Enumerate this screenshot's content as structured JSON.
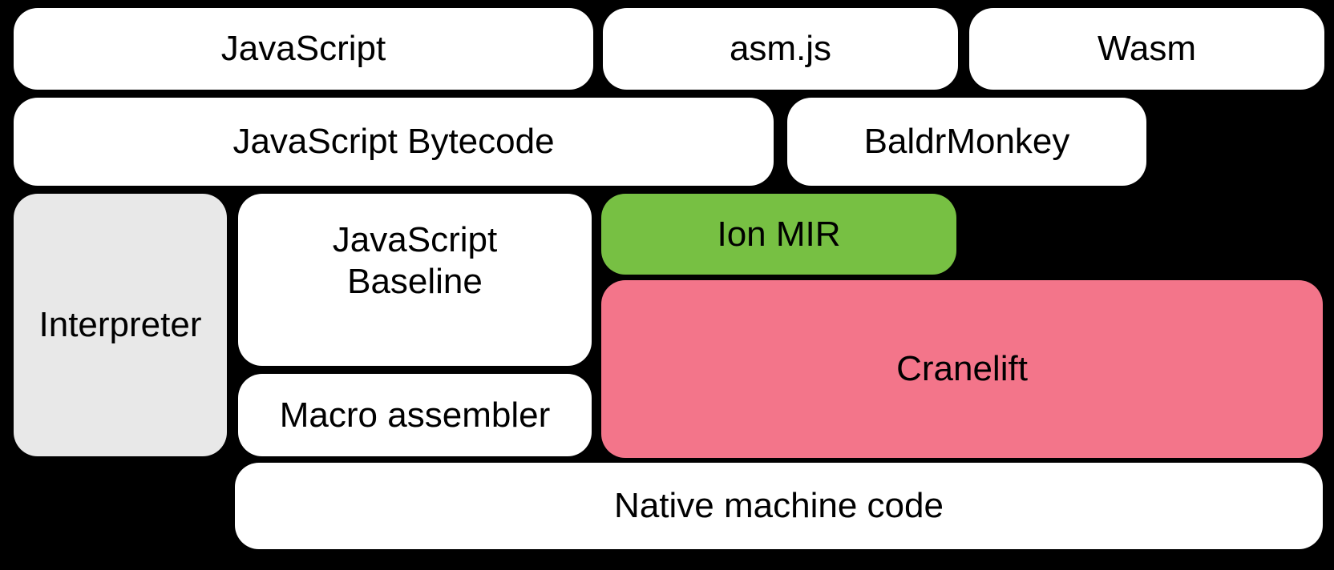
{
  "diagram": {
    "colors": {
      "background": "#000000",
      "default_box": "#ffffff",
      "interpreter_box": "#e8e8e8",
      "ion_mir_box": "#77c043",
      "cranelift_box": "#f3758a",
      "text": "#000000"
    },
    "boxes": {
      "javascript": {
        "label": "JavaScript"
      },
      "asmjs": {
        "label": "asm.js"
      },
      "wasm": {
        "label": "Wasm"
      },
      "js_bytecode": {
        "label": "JavaScript Bytecode"
      },
      "baldrmonkey": {
        "label": "BaldrMonkey"
      },
      "interpreter": {
        "label": "Interpreter"
      },
      "js_baseline": {
        "label": "JavaScript Baseline",
        "line1": "JavaScript",
        "line2": "Baseline"
      },
      "ion_mir": {
        "label": "Ion MIR"
      },
      "cranelift": {
        "label": "Cranelift"
      },
      "macro_assembler": {
        "label": "Macro assembler"
      },
      "native_machine_code": {
        "label": "Native machine code"
      }
    }
  }
}
